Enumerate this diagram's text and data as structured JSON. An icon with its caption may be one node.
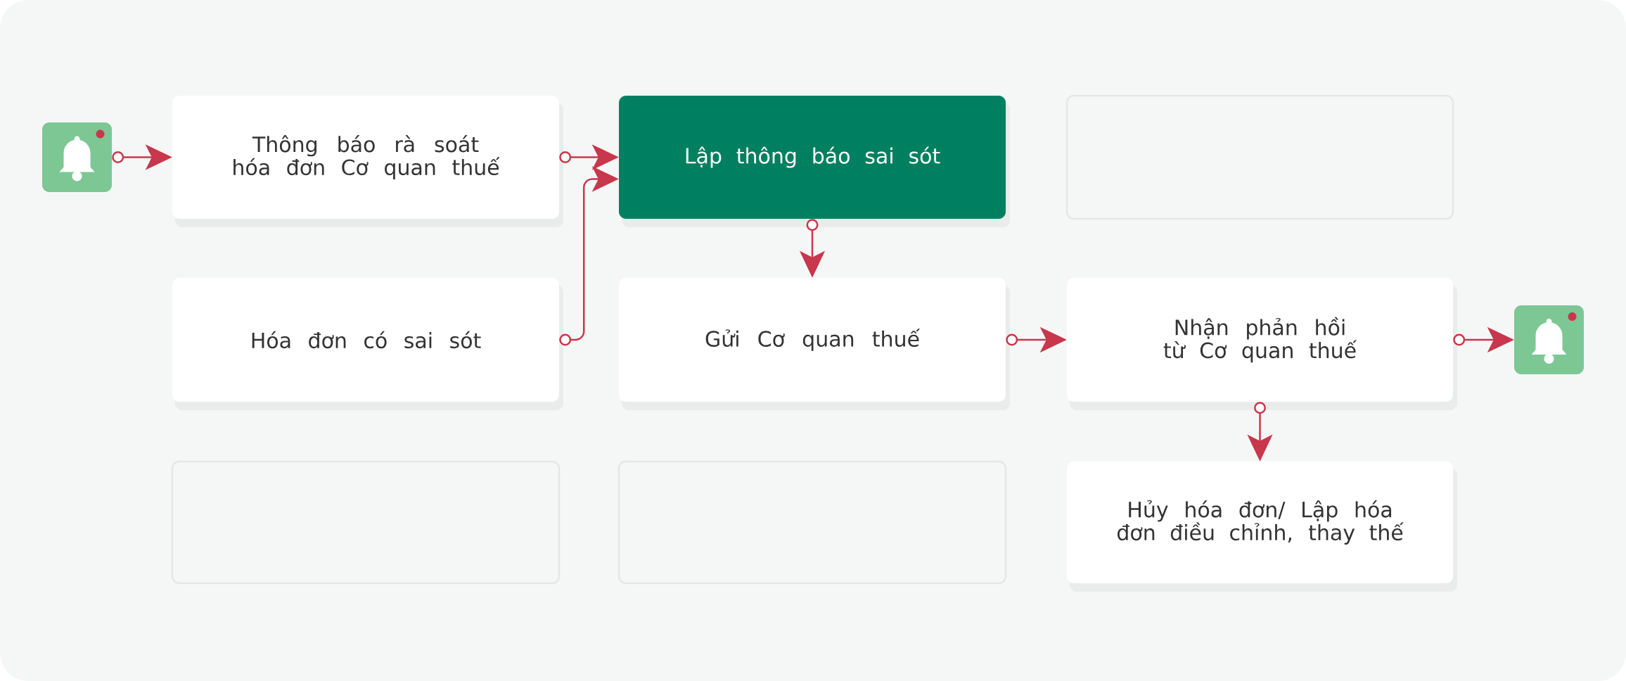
{
  "diagram": {
    "nodes": [
      {
        "text": [],
        "shape": "bell"
      },
      {
        "text": [
          "Thông báo rà soát hóa đơn Cơ quan thuế"
        ]
      },
      {
        "text": [
          "Lập thông báo sai sót"
        ]
      },
      {
        "text": [],
        "shape": "box"
      },
      {
        "text": [
          "Hóa đơn có sai sót"
        ]
      },
      {
        "text": [
          "Gửi Cơ quan thuế"
        ]
      },
      {
        "text": [
          "Nhận phản hồi từ Cơ quan thuế"
        ]
      },
      {
        "text": [],
        "shape": "bell"
      },
      {
        "text": [],
        "shape": "box"
      },
      {
        "text": [],
        "shape": "box"
      },
      {
        "text": [
          "Hủy hóa đơn/ Lập hóa đơn điều chỉnh, thay thế"
        ]
      }
    ],
    "edges": [
      {
        "from": 0,
        "to": 1,
        "arrow": "to"
      },
      {
        "from": 1,
        "to": 2,
        "arrow": "to"
      },
      {
        "from": 4,
        "to": 2,
        "arrow": "to"
      },
      {
        "from": 2,
        "to": 5,
        "arrow": "to"
      },
      {
        "from": 5,
        "to": 6,
        "arrow": "to"
      },
      {
        "from": 6,
        "to": 7,
        "arrow": "to"
      },
      {
        "from": 6,
        "to": 10,
        "arrow": "to"
      }
    ]
  }
}
